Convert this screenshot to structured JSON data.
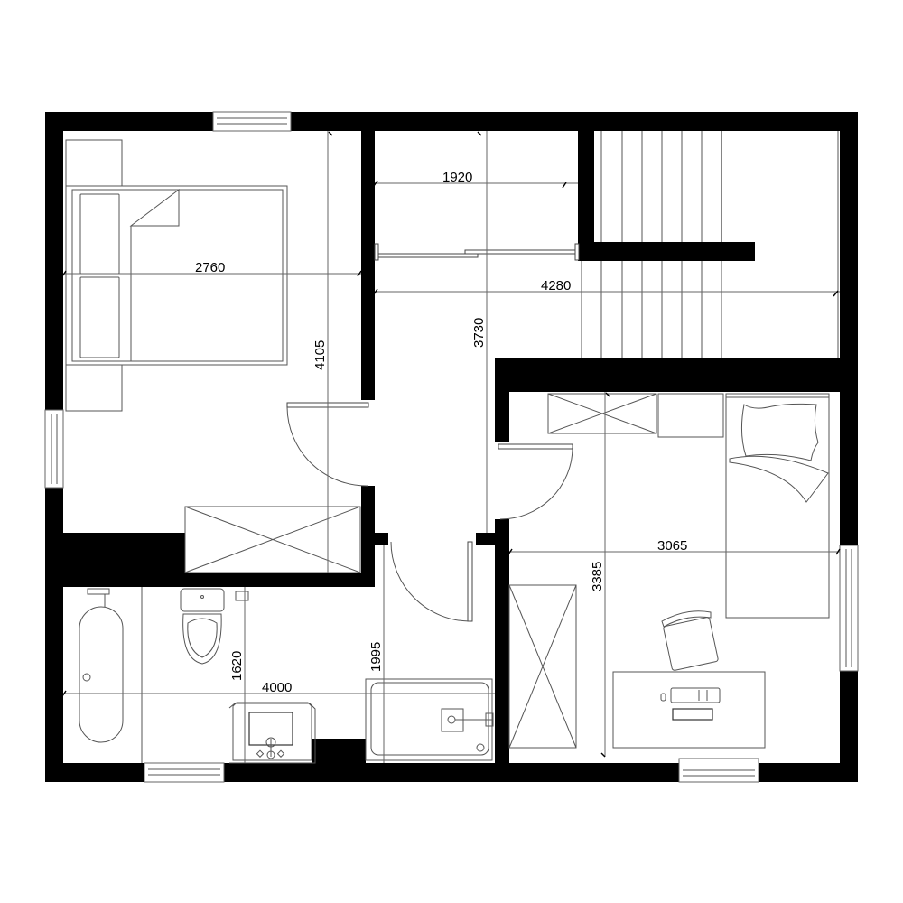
{
  "plan": {
    "type": "floor-plan",
    "units": "mm",
    "wall_color": "#000000",
    "line_color": "#555555",
    "background": "#ffffff"
  },
  "dimensions": {
    "bedroom_width": "2760",
    "bedroom_depth": "4105",
    "hall_width": "1920",
    "hall_depth": "3730",
    "stair_landing_width": "4280",
    "room2_width": "3065",
    "room2_depth": "3385",
    "bathroom_width": "4000",
    "bathroom_depth": "1620",
    "shower_room_depth": "1995"
  },
  "rooms": [
    {
      "id": "master-bedroom",
      "furniture": [
        "double-bed",
        "nightstand",
        "nightstand",
        "wardrobe"
      ]
    },
    {
      "id": "hallway",
      "furniture": [
        "sliding-door"
      ]
    },
    {
      "id": "staircase",
      "furniture": [
        "stair-treads"
      ]
    },
    {
      "id": "bedroom-2",
      "furniture": [
        "single-bed",
        "wardrobe",
        "cabinet",
        "desk",
        "chair",
        "computer",
        "wardrobe"
      ]
    },
    {
      "id": "bathroom",
      "furniture": [
        "bathtub",
        "toilet",
        "sink",
        "toilet-roll-holder"
      ]
    },
    {
      "id": "shower-room",
      "furniture": [
        "shower-tray"
      ]
    }
  ]
}
